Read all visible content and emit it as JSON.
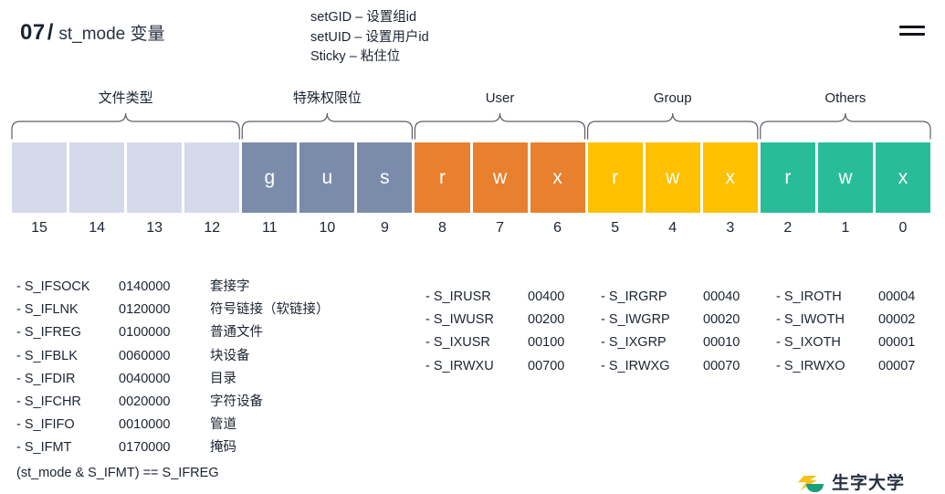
{
  "header": {
    "number": "07",
    "separator": "/",
    "subtitle": "st_mode 变量",
    "menu_icon": "hamburger-icon",
    "special_notes": [
      "setGID – 设置组id",
      "setUID – 设置用户id",
      "Sticky – 粘住位"
    ]
  },
  "colors": {
    "empty": "#d4daea",
    "special": "#7b8cab",
    "user": "#e8802e",
    "group": "#ffc000",
    "others": "#28bd98",
    "text": "#1b2430",
    "brace": "#5a5f66"
  },
  "diagram": {
    "groups": [
      {
        "label": "文件类型",
        "first_bit": 15,
        "last_bit": 12
      },
      {
        "label": "特殊权限位",
        "first_bit": 11,
        "last_bit": 9
      },
      {
        "label": "User",
        "first_bit": 8,
        "last_bit": 6
      },
      {
        "label": "Group",
        "first_bit": 5,
        "last_bit": 3
      },
      {
        "label": "Others",
        "first_bit": 2,
        "last_bit": 0
      }
    ],
    "bits": [
      {
        "index": "15",
        "label": "",
        "color": "#d4daea"
      },
      {
        "index": "14",
        "label": "",
        "color": "#d4daea"
      },
      {
        "index": "13",
        "label": "",
        "color": "#d4daea"
      },
      {
        "index": "12",
        "label": "",
        "color": "#d4daea"
      },
      {
        "index": "11",
        "label": "g",
        "color": "#7b8cab"
      },
      {
        "index": "10",
        "label": "u",
        "color": "#7b8cab"
      },
      {
        "index": "9",
        "label": "s",
        "color": "#7b8cab"
      },
      {
        "index": "8",
        "label": "r",
        "color": "#e8802e"
      },
      {
        "index": "7",
        "label": "w",
        "color": "#e8802e"
      },
      {
        "index": "6",
        "label": "x",
        "color": "#e8802e"
      },
      {
        "index": "5",
        "label": "r",
        "color": "#ffc000"
      },
      {
        "index": "4",
        "label": "w",
        "color": "#ffc000"
      },
      {
        "index": "3",
        "label": "x",
        "color": "#ffc000"
      },
      {
        "index": "2",
        "label": "r",
        "color": "#28bd98"
      },
      {
        "index": "1",
        "label": "w",
        "color": "#28bd98"
      },
      {
        "index": "0",
        "label": "x",
        "color": "#28bd98"
      }
    ]
  },
  "file_types": {
    "rows": [
      {
        "name": "- S_IFSOCK",
        "octal": "0140000",
        "desc": "套接字"
      },
      {
        "name": "- S_IFLNK",
        "octal": "0120000",
        "desc": "符号链接（软链接）"
      },
      {
        "name": "- S_IFREG",
        "octal": "0100000",
        "desc": "普通文件"
      },
      {
        "name": "- S_IFBLK",
        "octal": "0060000",
        "desc": "块设备"
      },
      {
        "name": "- S_IFDIR",
        "octal": "0040000",
        "desc": "目录"
      },
      {
        "name": "- S_IFCHR",
        "octal": "0020000",
        "desc": "字符设备"
      },
      {
        "name": "- S_IFIFO",
        "octal": "0010000",
        "desc": "管道"
      },
      {
        "name": "- S_IFMT",
        "octal": "0170000",
        "desc": "掩码"
      }
    ],
    "expression": "(st_mode & S_IFMT) ==  S_IFREG"
  },
  "permissions": {
    "columns": [
      {
        "id": "user",
        "rows": [
          {
            "name": "- S_IRUSR",
            "value": "00400"
          },
          {
            "name": "- S_IWUSR",
            "value": "00200"
          },
          {
            "name": "- S_IXUSR",
            "value": "00100"
          },
          {
            "name": "- S_IRWXU",
            "value": "00700"
          }
        ]
      },
      {
        "id": "group",
        "rows": [
          {
            "name": "- S_IRGRP",
            "value": "00040"
          },
          {
            "name": "- S_IWGRP",
            "value": "00020"
          },
          {
            "name": "- S_IXGRP",
            "value": "00010"
          },
          {
            "name": "- S_IRWXG",
            "value": "00070"
          }
        ]
      },
      {
        "id": "others",
        "rows": [
          {
            "name": "- S_IROTH",
            "value": "00004"
          },
          {
            "name": "- S_IWOTH",
            "value": "00002"
          },
          {
            "name": "- S_IXOTH",
            "value": "00001"
          },
          {
            "name": "- S_IRWXO",
            "value": "00007"
          }
        ]
      }
    ]
  },
  "footer": {
    "logo_mark": "brand-logo-icon",
    "wordmark": "生字大学"
  }
}
